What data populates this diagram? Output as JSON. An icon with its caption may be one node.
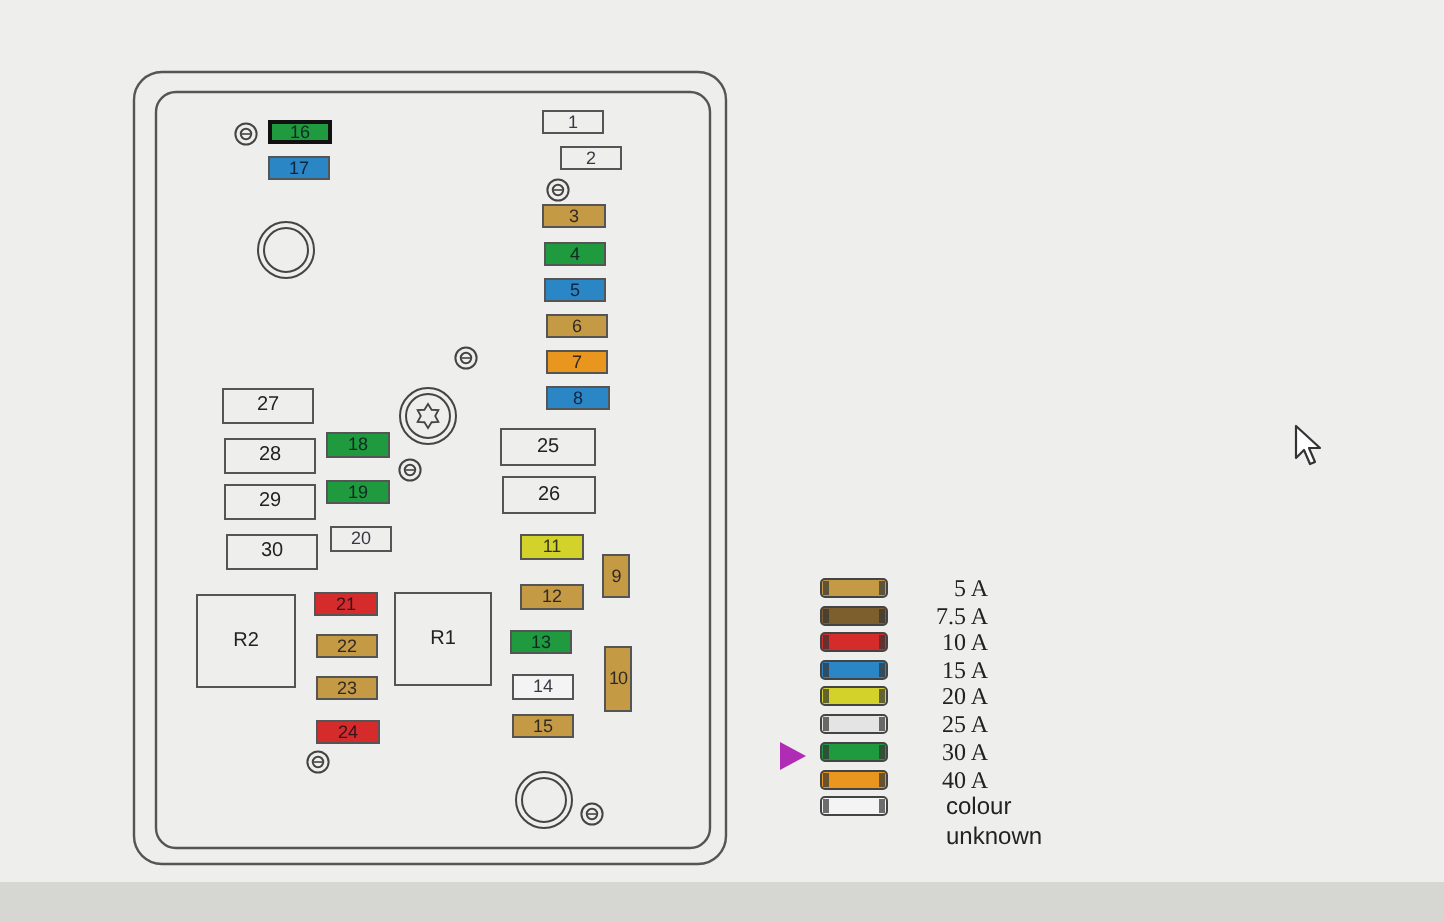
{
  "diagram": {
    "nodes": [
      {
        "text": [
          "16"
        ]
      },
      {
        "text": [
          "1"
        ]
      },
      {
        "text": [
          "17"
        ]
      },
      {
        "text": [
          "2"
        ]
      },
      {
        "text": [
          "3"
        ]
      },
      {
        "text": [
          "4"
        ]
      },
      {
        "text": [
          "5"
        ]
      },
      {
        "text": [
          "6"
        ]
      },
      {
        "text": [
          "7"
        ]
      },
      {
        "text": [
          "27"
        ]
      },
      {
        "text": [
          "8"
        ]
      },
      {
        "text": [
          "28"
        ]
      },
      {
        "text": [
          "18"
        ]
      },
      {
        "text": [
          "25"
        ]
      },
      {
        "text": [
          "29"
        ]
      },
      {
        "text": [
          "19"
        ]
      },
      {
        "text": [
          "26"
        ]
      },
      {
        "text": [
          "30"
        ]
      },
      {
        "text": [
          "20"
        ]
      },
      {
        "text": [
          "11"
        ]
      },
      {
        "text": [
          "9"
        ]
      },
      {
        "text": [
          "R2"
        ]
      },
      {
        "text": [
          "21"
        ]
      },
      {
        "text": [
          "R1"
        ]
      },
      {
        "text": [
          "12"
        ]
      },
      {
        "text": [
          "22"
        ]
      },
      {
        "text": [
          "13"
        ]
      },
      {
        "text": [
          "10"
        ]
      },
      {
        "text": [
          "23"
        ]
      },
      {
        "text": [
          "14"
        ]
      },
      {
        "text": [
          "24"
        ]
      },
      {
        "text": [
          "15"
        ]
      }
    ],
    "legend": [
      {
        "text": "5 A",
        "color": "#c49a45"
      },
      {
        "text": "7.5 A",
        "color": "#7d5f2e"
      },
      {
        "text": "10 A",
        "color": "#d62b2b"
      },
      {
        "text": "15 A",
        "color": "#2a86c4"
      },
      {
        "text": "20 A",
        "color": "#d2d22a"
      },
      {
        "text": "25 A",
        "color": "#e4e4e4"
      },
      {
        "text": "30 A",
        "color": "#1f9a3e"
      },
      {
        "text": "40 A",
        "color": "#e8961e"
      },
      {
        "text": "colour unknown",
        "color": "#f4f4f4"
      }
    ]
  }
}
